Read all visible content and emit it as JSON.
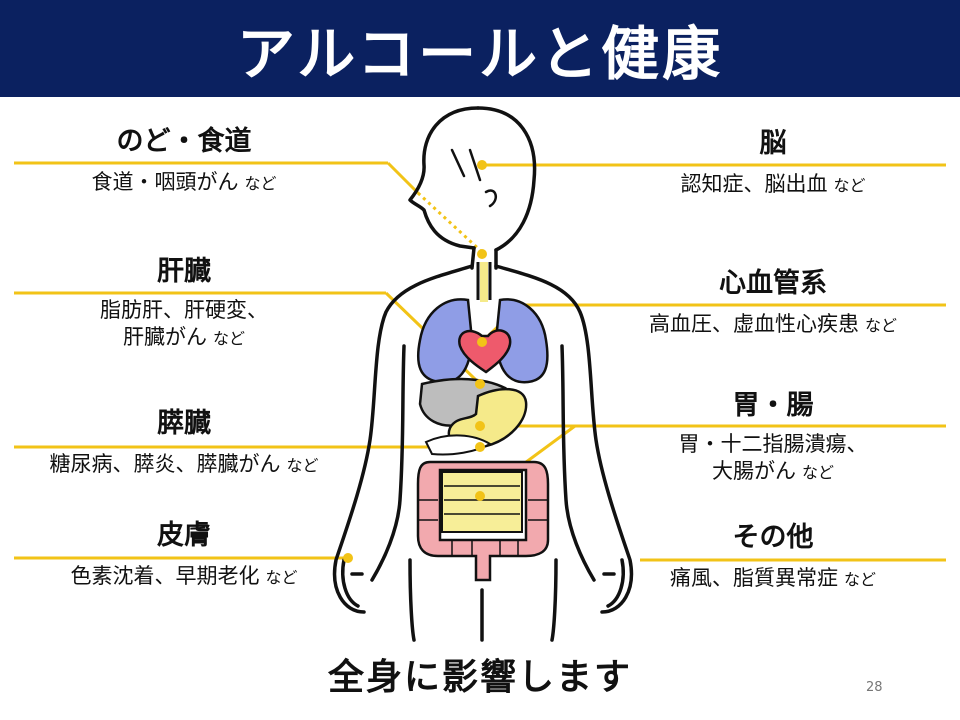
{
  "title": "アルコールと健康",
  "footer": "全身に影響します",
  "page_number": "28",
  "colors": {
    "title_bg": "#0b2160",
    "leader": "#f2c317",
    "lung": "#8f9de6",
    "heart": "#ee5a6c",
    "liver": "#bdbdbd",
    "stomach": "#f5ea8a",
    "intestine_outer": "#f2a9ae",
    "intestine_inner": "#f7ee98"
  },
  "labels": {
    "throat": {
      "title": "のど・食道",
      "desc1": "食道・咽頭がん",
      "nado": "など"
    },
    "liver": {
      "title": "肝臓",
      "desc1": "脂肪肝、肝硬変、",
      "desc2": "肝臓がん",
      "nado": "など"
    },
    "pancreas": {
      "title": "膵臓",
      "desc1": "糖尿病、膵炎、膵臓がん",
      "nado": "など"
    },
    "skin": {
      "title": "皮膚",
      "desc1": "色素沈着、早期老化",
      "nado": "など"
    },
    "brain": {
      "title": "脳",
      "desc1": "認知症、脳出血",
      "nado": "など"
    },
    "cardio": {
      "title": "心血管系",
      "desc1": "高血圧、虚血性心疾患",
      "nado": "など"
    },
    "gut": {
      "title": "胃・腸",
      "desc1": "胃・十二指腸潰瘍、",
      "desc2": "大腸がん",
      "nado": "など"
    },
    "other": {
      "title": "その他",
      "desc1": "痛風、脂質異常症",
      "nado": "など"
    }
  }
}
